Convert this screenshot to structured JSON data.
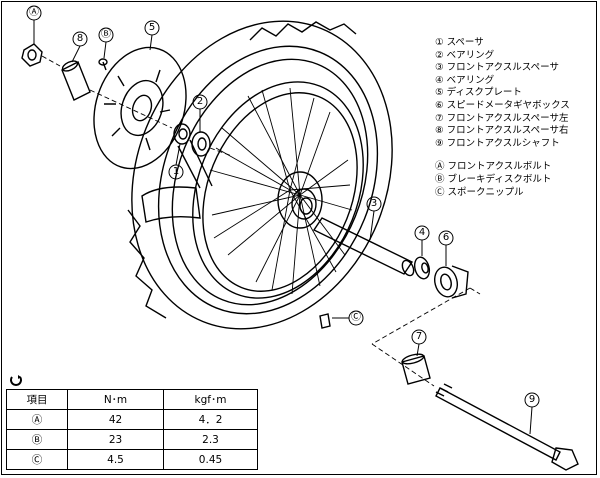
{
  "legend": {
    "parts": [
      {
        "mark": "①",
        "text": "スペーサ"
      },
      {
        "mark": "②",
        "text": "ベアリング"
      },
      {
        "mark": "③",
        "text": "フロントアクスルスペーサ"
      },
      {
        "mark": "④",
        "text": "ベアリング"
      },
      {
        "mark": "⑤",
        "text": "ディスクプレート"
      },
      {
        "mark": "⑥",
        "text": "スピードメータギヤボックス"
      },
      {
        "mark": "⑦",
        "text": "フロントアクスルスペーサ左"
      },
      {
        "mark": "⑧",
        "text": "フロントアクスルスペーサ右"
      },
      {
        "mark": "⑨",
        "text": "フロントアクスルシャフト"
      }
    ],
    "fasteners": [
      {
        "mark": "Ⓐ",
        "text": "フロントアクスルボルト"
      },
      {
        "mark": "Ⓑ",
        "text": "ブレーキディスクボルト"
      },
      {
        "mark": "Ⓒ",
        "text": "スポークニップル"
      }
    ]
  },
  "torque_table": {
    "headers": [
      "項目",
      "N･m",
      "kgf･m"
    ],
    "rows": [
      [
        "Ⓐ",
        "42",
        "4．2"
      ],
      [
        "Ⓑ",
        "23",
        "2.3"
      ],
      [
        "Ⓒ",
        "4.5",
        "0.45"
      ]
    ]
  },
  "callouts": {
    "A": "Ⓐ",
    "B": "Ⓑ",
    "C": "Ⓒ",
    "n1": "1",
    "n2": "2",
    "n3": "3",
    "n4": "4",
    "n5": "5",
    "n6": "6",
    "n7": "7",
    "n8": "8",
    "n9": "9"
  }
}
